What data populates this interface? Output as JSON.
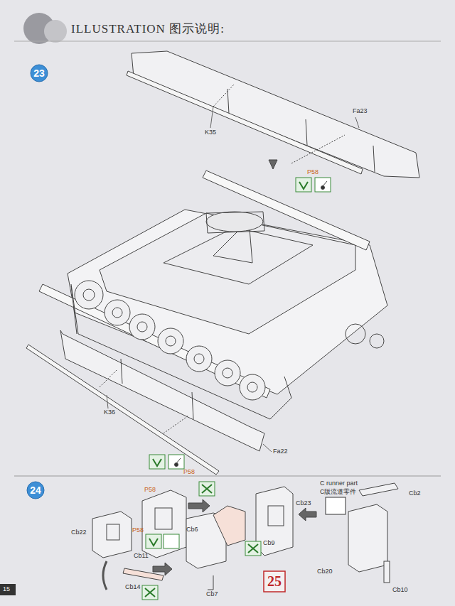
{
  "diagram": {
    "title": "ILLUSTRATION 图示说明:",
    "nodes": [
      {
        "text": [
          "23"
        ]
      },
      {
        "text": [
          "24"
        ]
      },
      {
        "text": [
          "25"
        ]
      }
    ],
    "labels": [
      "K35",
      "Fa23",
      "P58",
      "Fa22",
      "K36",
      "P58",
      "P58",
      "Cb22",
      "Cb11",
      "Cb6",
      "P58",
      "Cb14",
      "Cb7",
      "Cb9",
      "Cb23",
      "C runner part",
      "C版流道零件",
      "Cb2",
      "Cb20",
      "Cb10",
      "15"
    ]
  }
}
